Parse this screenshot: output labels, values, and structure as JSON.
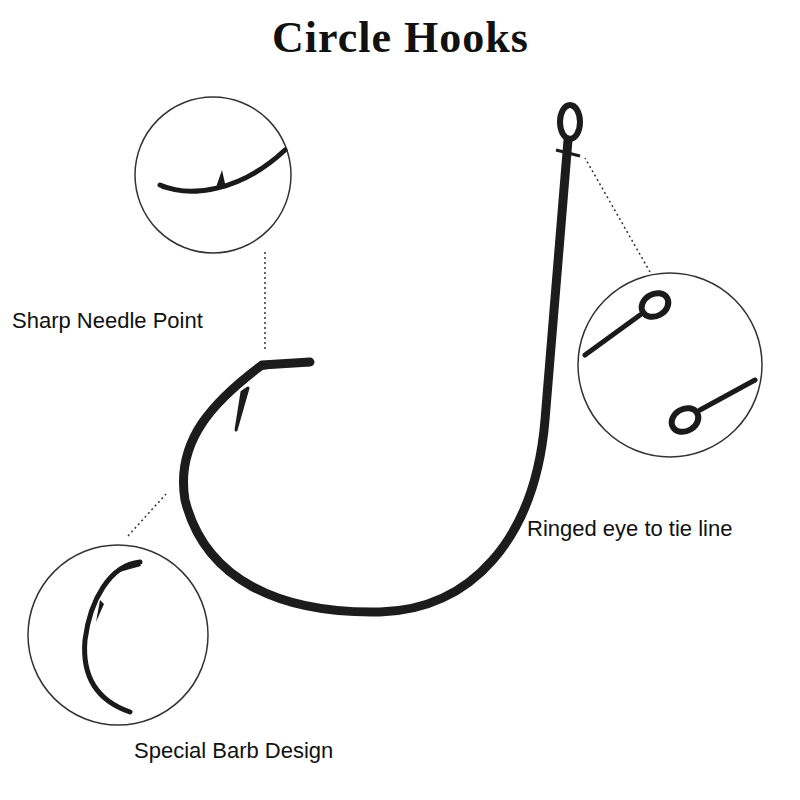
{
  "diagram": {
    "title": "Circle Hooks",
    "labels": [
      "Sharp Needle Point",
      "Ringed eye to tie line",
      "Special Barb Design"
    ]
  }
}
